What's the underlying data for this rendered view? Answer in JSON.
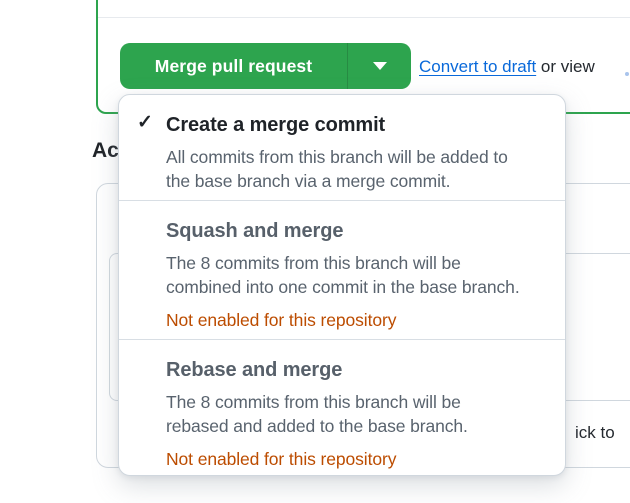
{
  "colors": {
    "accent_green": "#2da44e",
    "link_blue": "#0969da",
    "note_orange": "#bc4c00",
    "border_gray": "#d0d7de"
  },
  "merge_area": {
    "merge_button_label": "Merge pull request",
    "caret_icon": "chevron-down",
    "convert_link_label": "Convert to draft",
    "after_link_text": " or view"
  },
  "dropdown_menu": {
    "check_icon": "✓",
    "items": [
      {
        "title": "Create a merge commit",
        "selected": true,
        "description": "All commits from this branch will be added to\nthe base branch via a merge commit.",
        "note": ""
      },
      {
        "title": "Squash and merge",
        "selected": false,
        "description": "The 8 commits from this branch will be\ncombined into one commit in the base branch.",
        "note": "Not enabled for this repository"
      },
      {
        "title": "Rebase and merge",
        "selected": false,
        "description": "The 8 commits from this branch will be\nrebased and added to the base branch.",
        "note": "Not enabled for this repository"
      }
    ]
  },
  "background_page": {
    "partial_heading": "Ac",
    "partial_hint_text": "ick to"
  }
}
